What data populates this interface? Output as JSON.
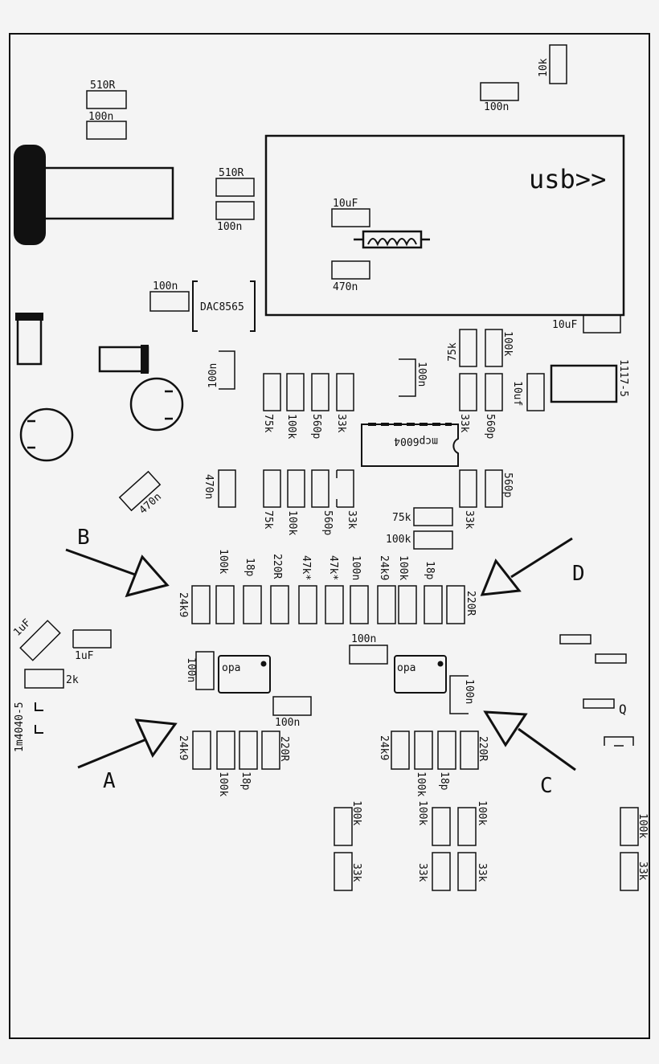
{
  "colors": {
    "background": "#f4f4f4",
    "stroke": "#111111",
    "battery_fill": "#111111"
  },
  "usb_label": "usb>>",
  "arrow_labels": {
    "a": "A",
    "b": "B",
    "c": "C",
    "d": "D"
  },
  "chip_labels": {
    "dac": "DAC8565",
    "mcp": "mcp6004",
    "opa_left": "opa",
    "opa_right": "opa",
    "regulator": "1117-5",
    "diode": "1m4040-5",
    "q": "Q"
  },
  "labels": {
    "r510_a": "510R",
    "c100n_a": "100n",
    "r510_b": "510R",
    "c100n_b": "100n",
    "r10k_top": "10k",
    "c100n_top": "100n",
    "c10uf_usb": "10uF",
    "c470n_usb": "470n",
    "c100n_dac": "100n",
    "c10uf_right": "10uF",
    "c100n_v1": "100n",
    "c100n_v2": "100n",
    "r75k_r": "75k",
    "r100k_r": "100k",
    "r75k_1": "75k",
    "r100k_1": "100k",
    "c560p_1": "560p",
    "r33k_1": "33k",
    "r33k_r": "33k",
    "c560p_r": "560p",
    "c10uf_v": "10uf",
    "r470n_l": "470n",
    "r75k_2": "75k",
    "r100k_2": "100k",
    "c560p_2": "560p",
    "r33k_2": "33k",
    "r33k_r2": "33k",
    "c560p_r2": "560p",
    "r75k_h": "75k",
    "r100k_h": "100k",
    "c470n_diag": "470n",
    "row1_24k9": "24k9",
    "row1_100k": "100k",
    "row1_18p": "18p",
    "row1_220R": "220R",
    "row1_47k_a": "47k*",
    "row1_47k_b": "47k*",
    "row1_100n": "100n",
    "row1_24k9_b": "24k9",
    "row1_100k_b": "100k",
    "row1_18p_b": "18p",
    "row1_220R_b": "220R",
    "c1uf_a": "1uF",
    "c1uf_b": "1uF",
    "r2k": "2k",
    "c100n_opa_l": "100n",
    "c100n_mid": "100n",
    "c100n_opa_r": "100n",
    "c100n_below": "100n",
    "row2_24k9": "24k9",
    "row2_100k": "100k",
    "row2_18p": "18p",
    "row2_220R": "220R",
    "row2_24k9_b": "24k9",
    "row2_100k_b": "100k",
    "row2_18p_b": "18p",
    "row2_220R_b": "220R",
    "bot_100k_a": "100k",
    "bot_100k_b": "100k",
    "bot_100k_c": "100k",
    "bot_100k_d": "100k",
    "bot_33k_a": "33k",
    "bot_33k_b": "33k",
    "bot_33k_c": "33k",
    "bot_33k_d": "33k"
  }
}
